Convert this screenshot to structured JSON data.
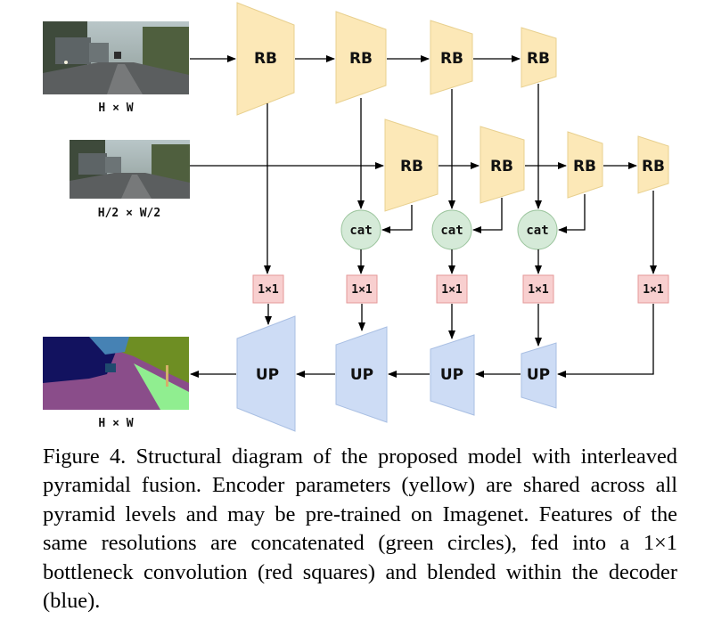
{
  "colors": {
    "encoder": "#fce8b7",
    "encoder_stroke": "#e8d08f",
    "decoder": "#cddcf5",
    "decoder_stroke": "#a9bfe3",
    "concat": "#d5ead8",
    "concat_stroke": "#9cc59e",
    "bottleneck": "#f8cfcf",
    "bottleneck_stroke": "#e49a9a",
    "arrow": "#000000"
  },
  "nodes": {
    "rb_label": "RB",
    "up_label": "UP",
    "cat_label": "cat",
    "conv_label": "1×1"
  },
  "inputs": {
    "full_res_label": "H × W",
    "half_res_label": "H/2 × W/2",
    "output_label": "H × W"
  },
  "caption": "Figure 4. Structural diagram of the proposed model with interleaved pyramidal fusion. Encoder parameters (yellow) are shared across all pyramid levels and may be pre-trained on Imagenet. Features of the same resolutions are concatenated (green circles), fed into a 1×1 bottleneck convolution (red squares) and blended within the decoder (blue)."
}
